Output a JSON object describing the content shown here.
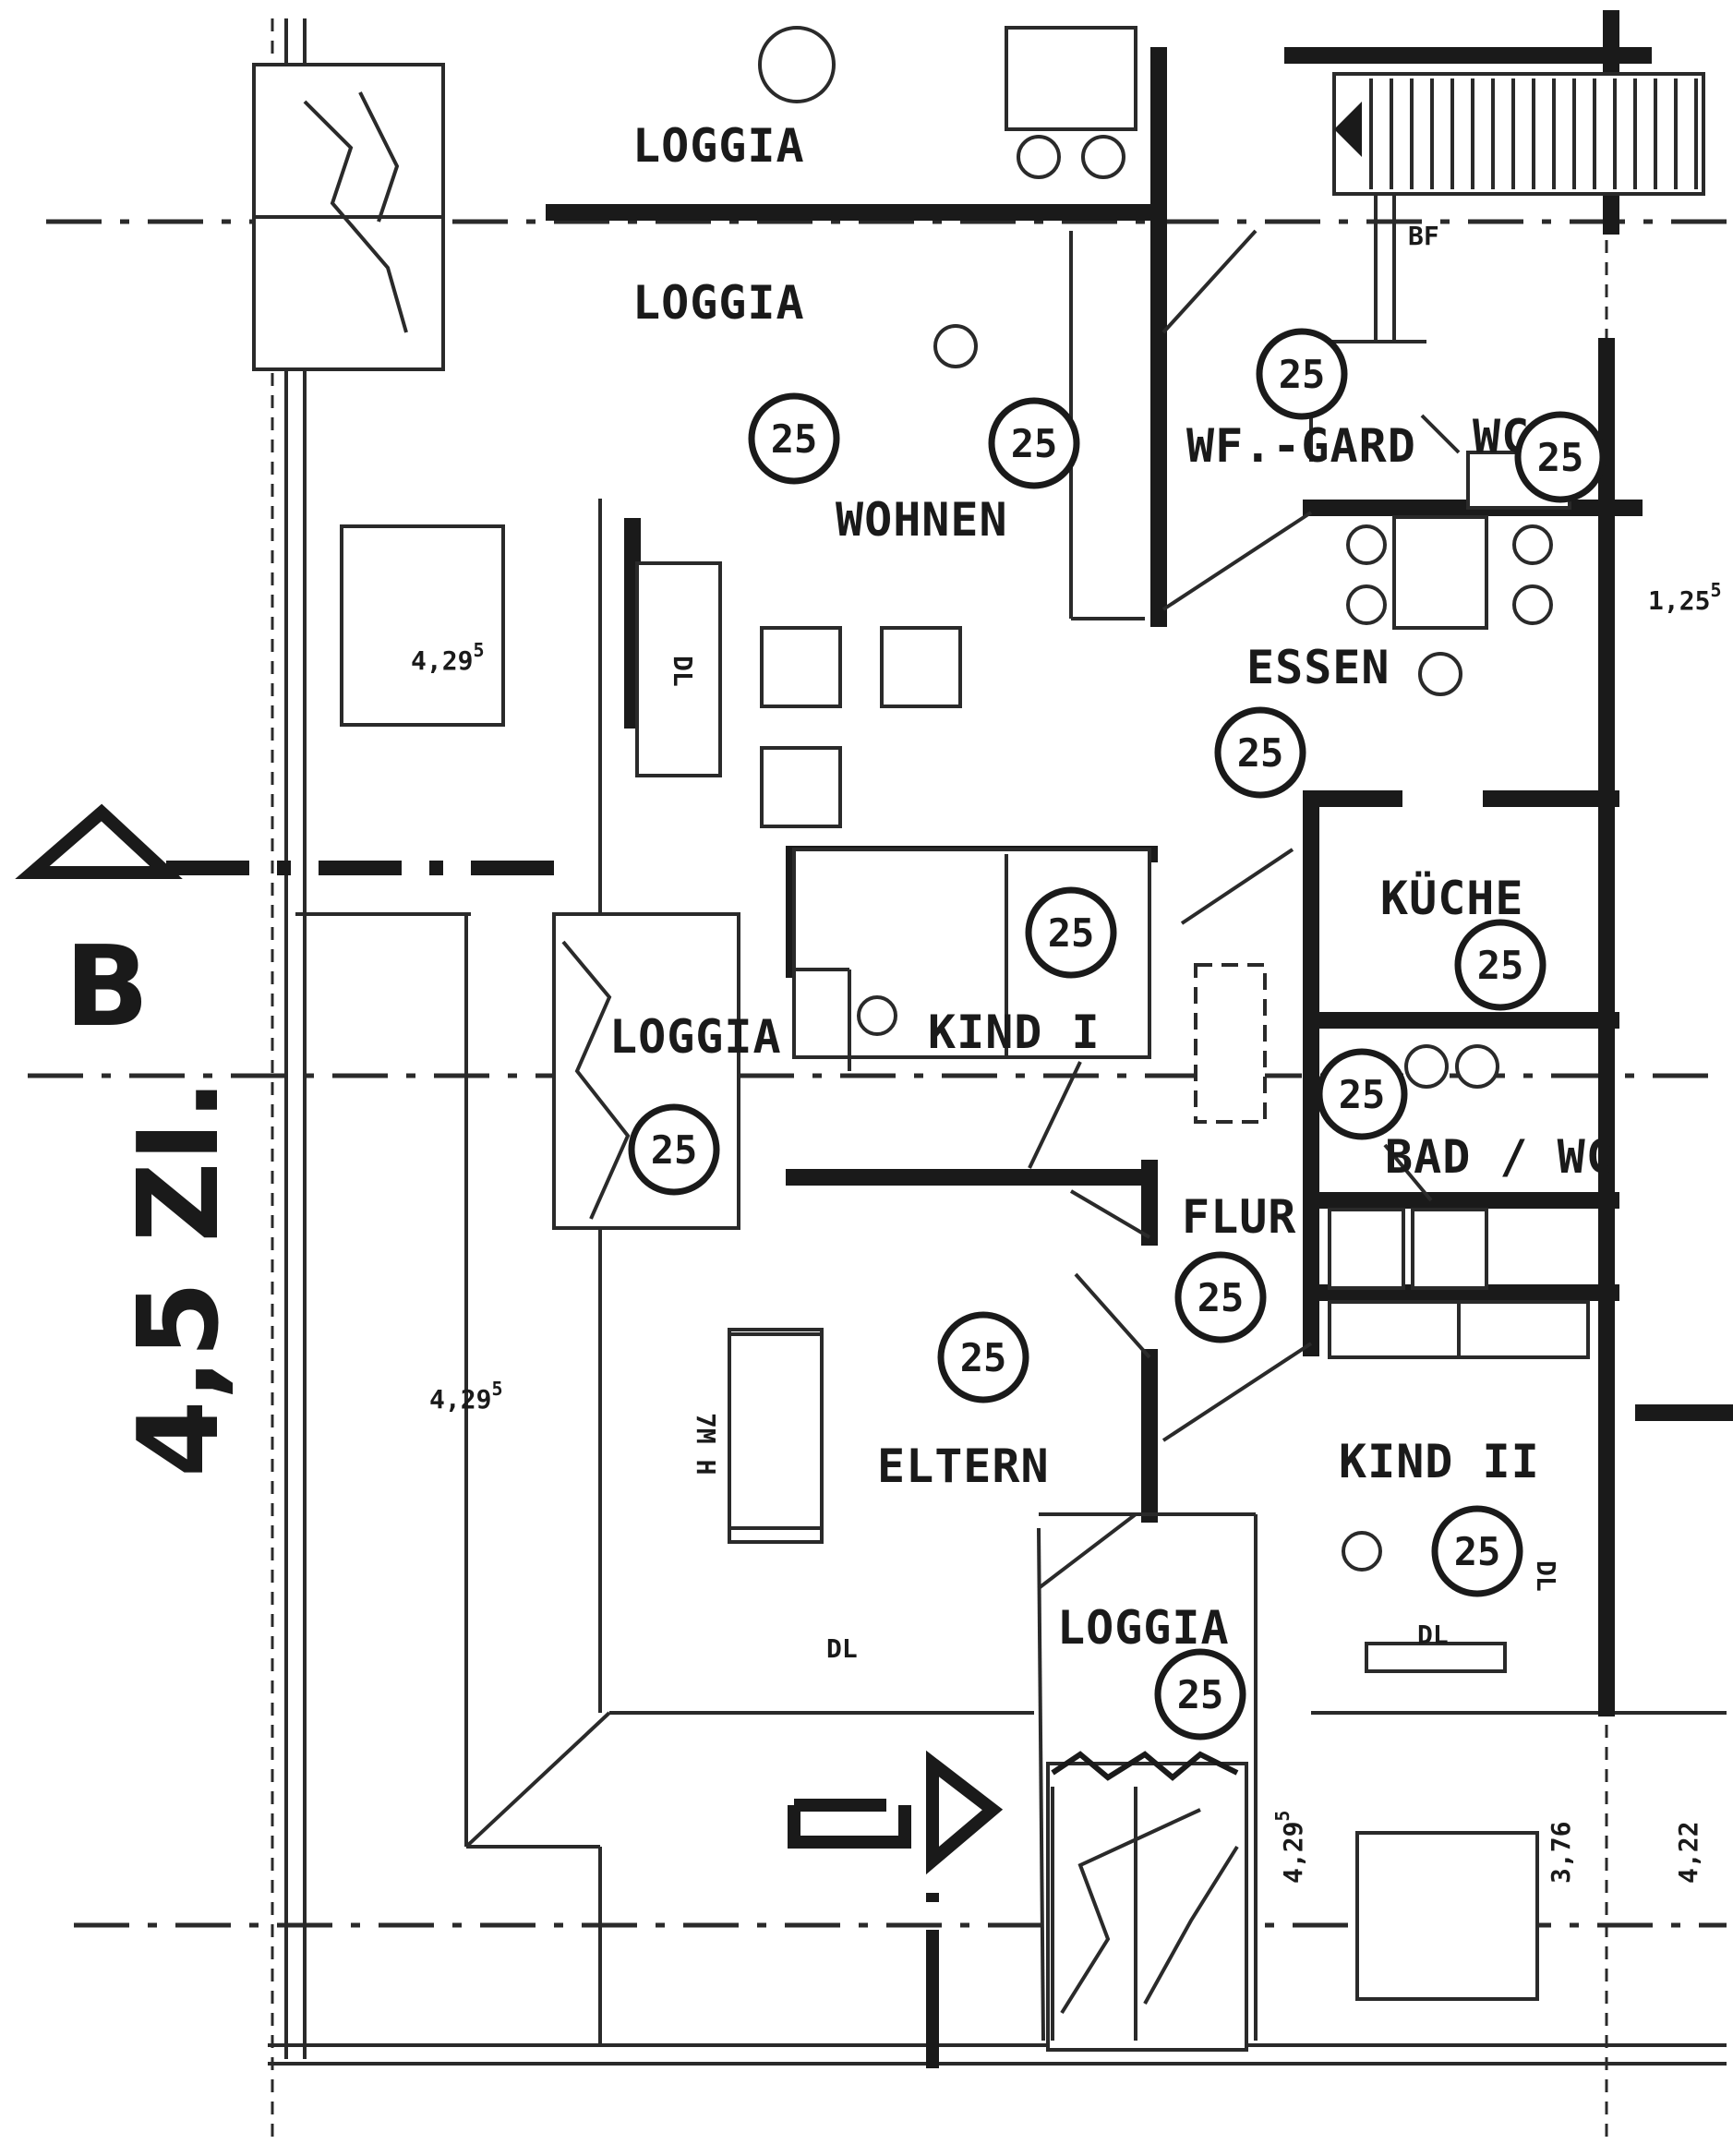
{
  "rooms": {
    "loggia_1": "LOGGIA",
    "loggia_2": "LOGGIA",
    "wohnen": "WOHNEN",
    "wf_gard": "WF.-GARD",
    "wc_top": "WC",
    "essen": "ESSEN",
    "kueche": "KÜCHE",
    "kind1": "KIND I",
    "loggia_3": "LOGGIA",
    "bad_wc": "BAD / WC",
    "flur": "FLUR",
    "eltern": "ELTERN",
    "kind2": "KIND II",
    "loggia_4": "LOGGIA"
  },
  "markers": {
    "value": "25"
  },
  "section": {
    "letter": "B",
    "unit_label": "4,5 ZI."
  },
  "dimensions": {
    "d1": "4,29",
    "d1_sup": "5",
    "d2": "4,29",
    "d2_sup": "5",
    "d3": "4,29",
    "d3_sup": "5",
    "d4": "1,25",
    "d4_sup": "5",
    "d5": "3,76",
    "d6": "4,22"
  },
  "notes": {
    "bf": "BF",
    "dl1": "DL",
    "dl2": "DL",
    "dl3": "DL",
    "dl4": "DL",
    "wmh": "7M H"
  }
}
